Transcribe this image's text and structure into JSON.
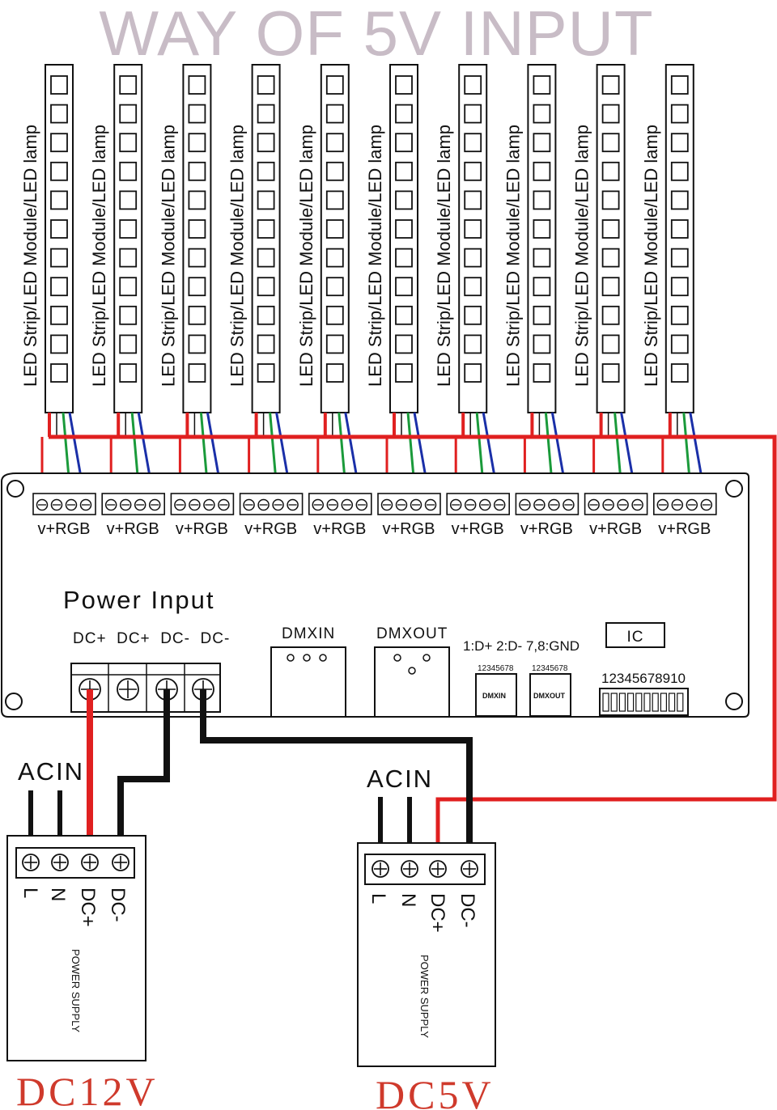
{
  "title": "WAY OF 5V INPUT",
  "colors": {
    "title": "#c8bcc6",
    "wire_positive": "#e02020",
    "wire_green": "#1a9a3a",
    "wire_blue": "#1a2fa8",
    "wire_ground": "#111111",
    "voltage_label": "#cf3a2c"
  },
  "strips": {
    "label": "LED Strip/LED Module/LED lamp",
    "count": 10,
    "leds_per_strip": 11
  },
  "controller": {
    "port_label": "v+RGB",
    "power_input_title": "Power Input",
    "power_terminals": "DC+  DC+  DC-  DC-",
    "dmxin_label": "DMXIN",
    "dmxout_label": "DMXOUT",
    "pinout": "1:D+ 2:D- 7,8:GND",
    "ic_label": "IC",
    "switch_numbers": "12345678910",
    "mini_dmxin_numbers": "12345678",
    "mini_dmxin_label": "DMXIN",
    "mini_dmxout_numbers": "12345678",
    "mini_dmxout_label": "DMXOUT"
  },
  "supplies": [
    {
      "acin_label": "ACIN",
      "terminals": [
        "L",
        "N",
        "DC+",
        "DC-"
      ],
      "body_label": "POWER SUPPLY",
      "voltage": "DC12V"
    },
    {
      "acin_label": "ACIN",
      "terminals": [
        "L",
        "N",
        "DC+",
        "DC-"
      ],
      "body_label": "POWER SUPPLY",
      "voltage": "DC5V"
    }
  ]
}
